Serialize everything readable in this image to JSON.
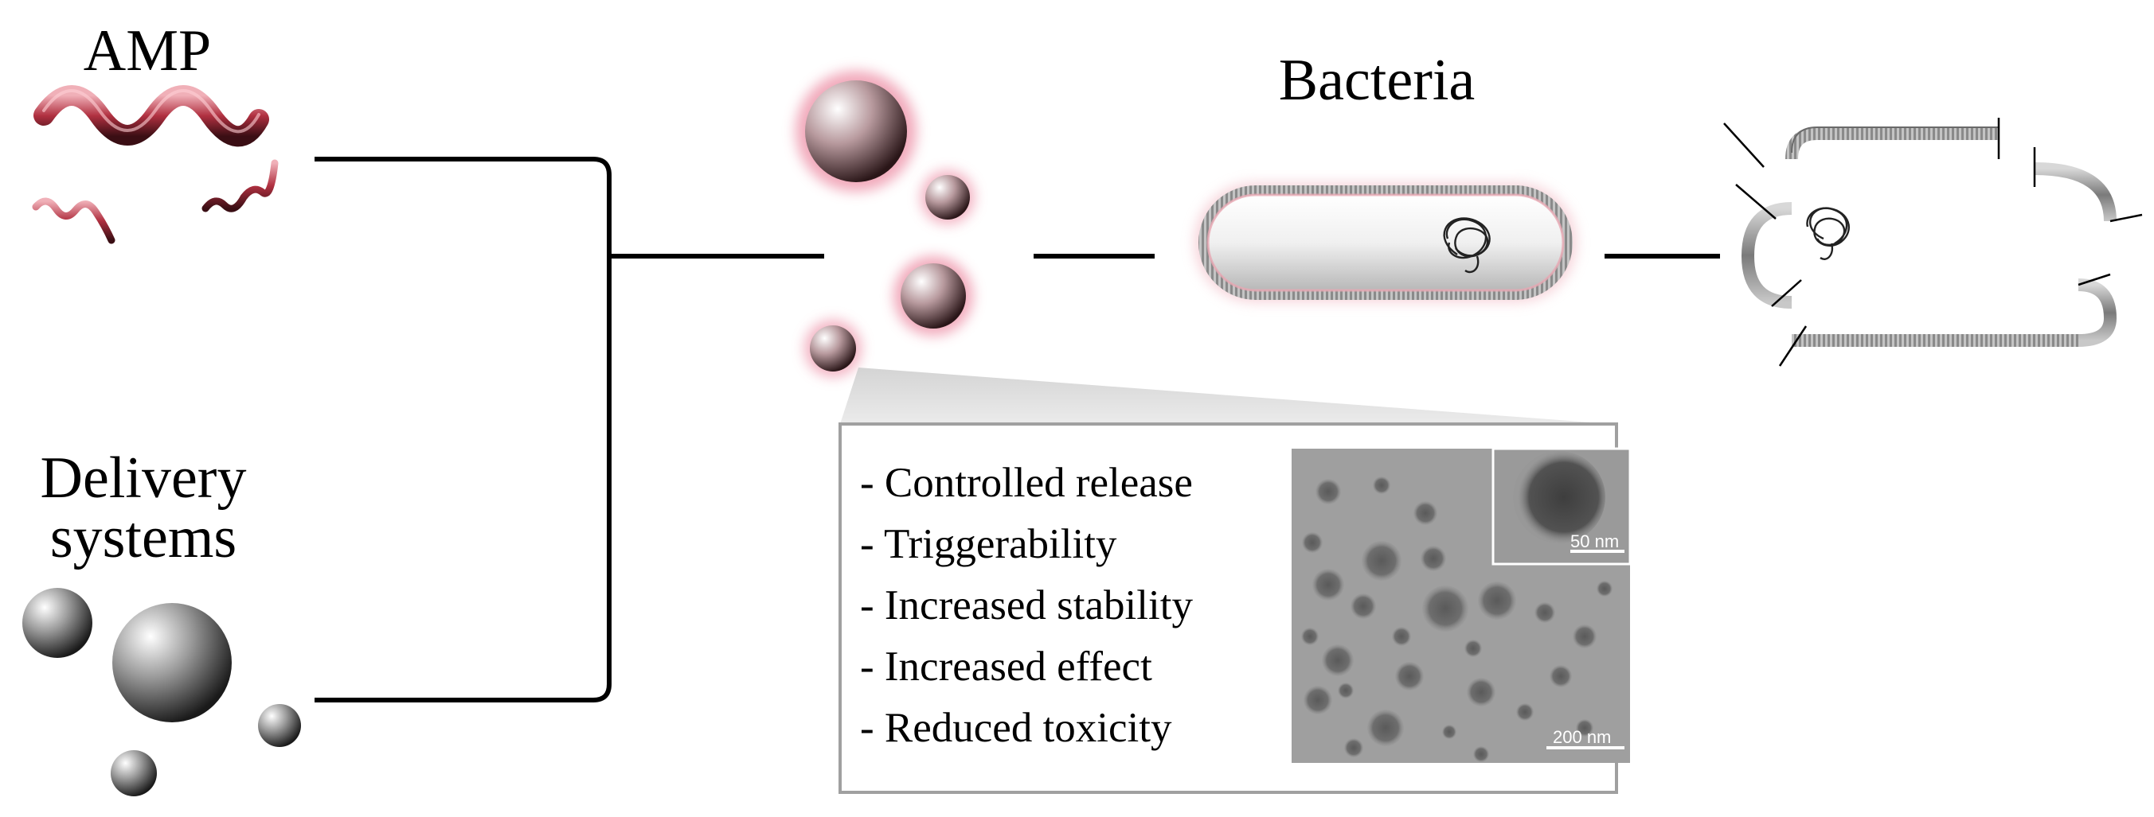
{
  "labels": {
    "amp": "AMP",
    "delivery_line1": "Delivery",
    "delivery_line2": "systems",
    "bacteria": "Bacteria"
  },
  "benefits": [
    "- Controlled release",
    "- Triggerability",
    "- Increased stability",
    "- Increased effect",
    "- Reduced toxicity"
  ],
  "micrograph": {
    "scale_inset": "50 nm",
    "scale_main": "200 nm"
  },
  "colors": {
    "helix": "#b03040",
    "glow": "#e8a0b0",
    "line": "#000000",
    "box_border": "#a0a0a0",
    "micrograph_bg": "#9a9a9a"
  },
  "icons": [
    "helix-icon",
    "nanoparticle-icon",
    "bacterium-icon",
    "lysed-bacterium-icon",
    "dna-icon"
  ]
}
